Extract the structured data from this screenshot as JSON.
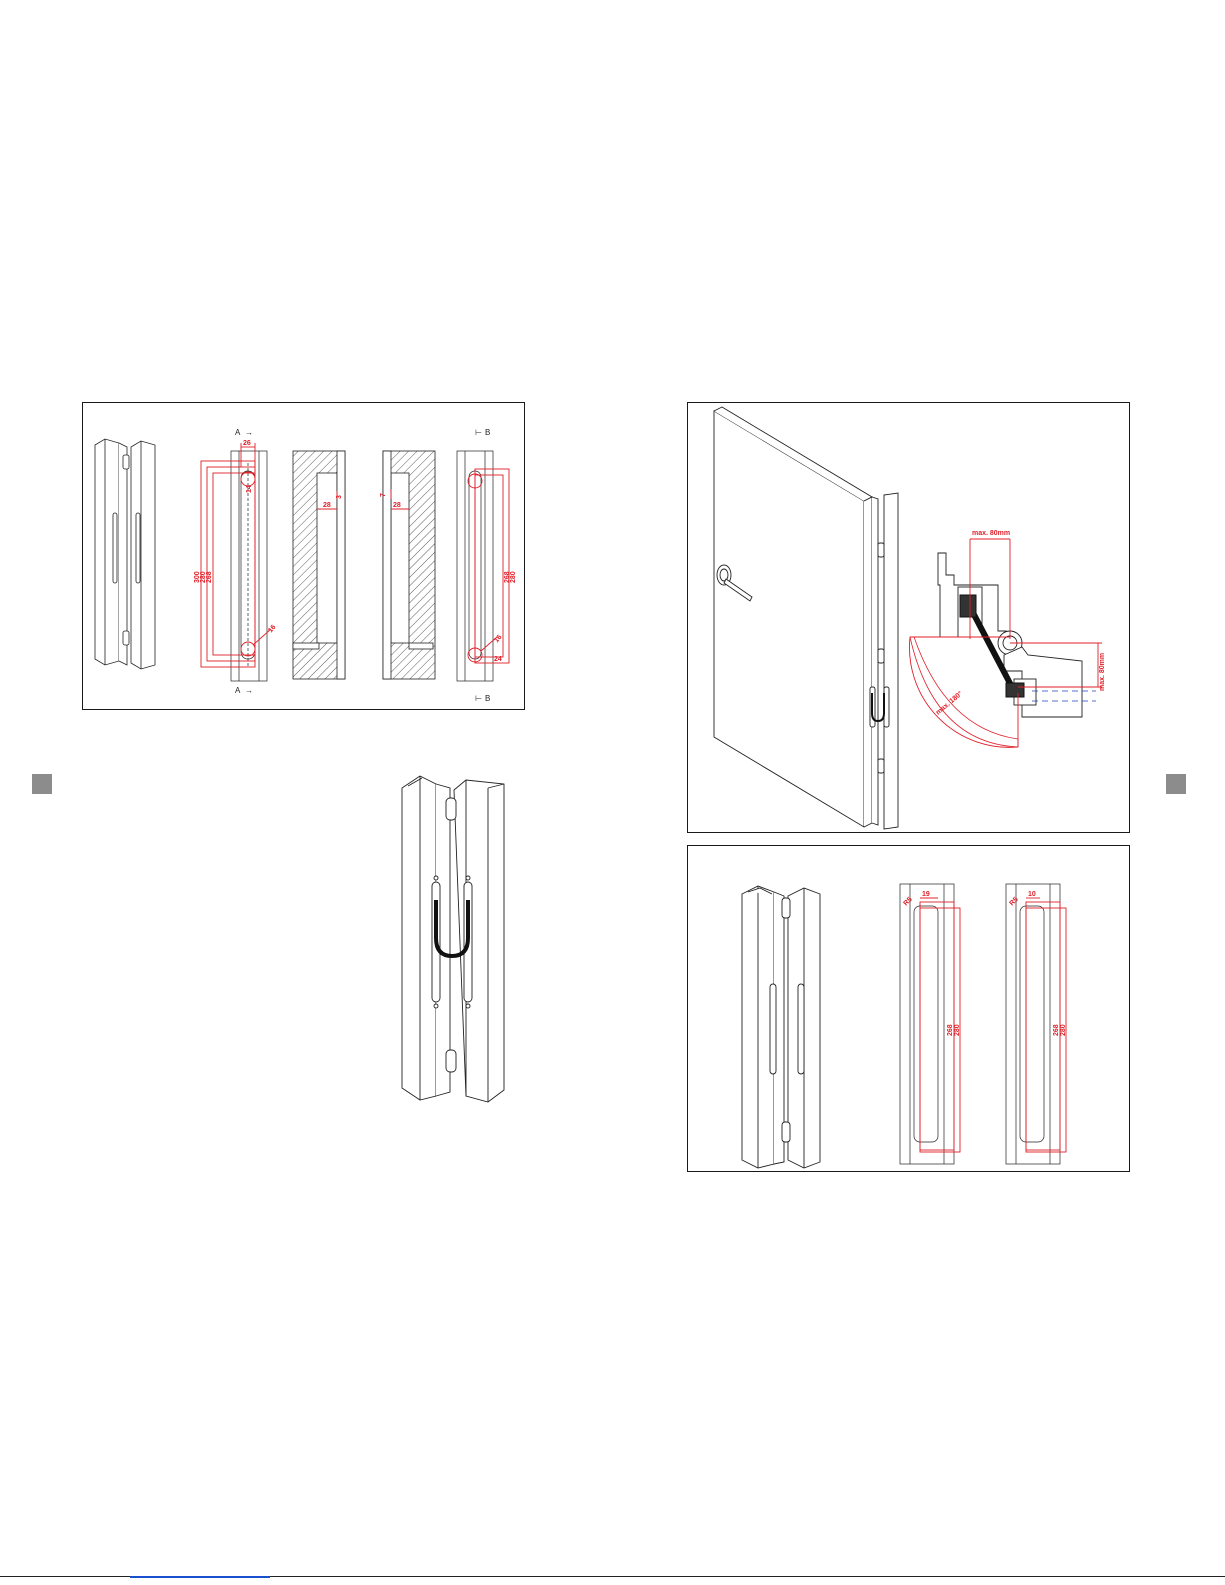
{
  "panel1": {
    "section_a_top": "A",
    "section_a_bottom": "A",
    "section_b_top": "B",
    "section_b_bottom": "B",
    "dim_width_26": "26",
    "dim_300": "300",
    "dim_280": "280",
    "dim_268": "268",
    "dim_14": "14",
    "dim_16": "16",
    "dim_28_left": "28",
    "dim_28_right": "28",
    "dim_3": "3",
    "dim_7": "7",
    "dim_268_b": "268",
    "dim_280_b": "280",
    "dim_16_b": "16",
    "dim_24": "24"
  },
  "panel2": {
    "max_80mm_top": "max. 80mm",
    "max_80mm_side": "max. 80mm",
    "max_angle": "max. 180°"
  },
  "panel3": {
    "dim_19": "19",
    "dim_r": "R5",
    "dim_268_left": "268",
    "dim_280_left": "280",
    "dim_10": "10",
    "dim_r_right": "R5",
    "dim_268_right": "268",
    "dim_280_right": "280"
  },
  "colors": {
    "dimension": "#e0202a",
    "line": "#222222",
    "marker": "#8c8c8c"
  }
}
